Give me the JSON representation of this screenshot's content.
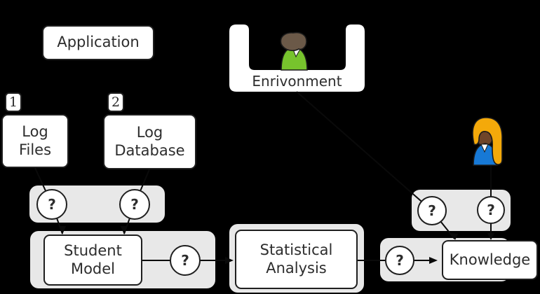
{
  "colors": {
    "background": "#000000",
    "panel_gray": "#e8e8e8",
    "box_fill": "#ffffff",
    "box_border": "#1f1f1f",
    "text": "#2d2d2d",
    "line": "#0a0a0a",
    "person_green_body": "#77c32d",
    "person_green_hair": "#6b5948",
    "person_blue_body": "#1779d6",
    "person_orange_hair": "#f4a90a",
    "person_face": "#6f4529",
    "collar": "#ffffff"
  },
  "nodes": {
    "application": {
      "label": "Application"
    },
    "environment": {
      "label": "Enrivonment"
    },
    "log_files": {
      "badge": "1",
      "label": "Log\nFiles"
    },
    "log_database": {
      "badge": "2",
      "label": "Log\nDatabase"
    },
    "student_model": {
      "label": "Student\nModel"
    },
    "statistical_analysis": {
      "label": "Statistical\nAnalysis"
    },
    "knowledge": {
      "label": "Knowledge"
    }
  },
  "question_circles": [
    {
      "id": "log-files-to-student-model",
      "label": "?"
    },
    {
      "id": "log-database-to-student-model",
      "label": "?"
    },
    {
      "id": "student-model-to-statistical-analysis",
      "label": "?"
    },
    {
      "id": "environment-to-knowledge",
      "label": "?"
    },
    {
      "id": "user-to-knowledge",
      "label": "?"
    },
    {
      "id": "statistical-analysis-to-knowledge",
      "label": "?"
    }
  ]
}
